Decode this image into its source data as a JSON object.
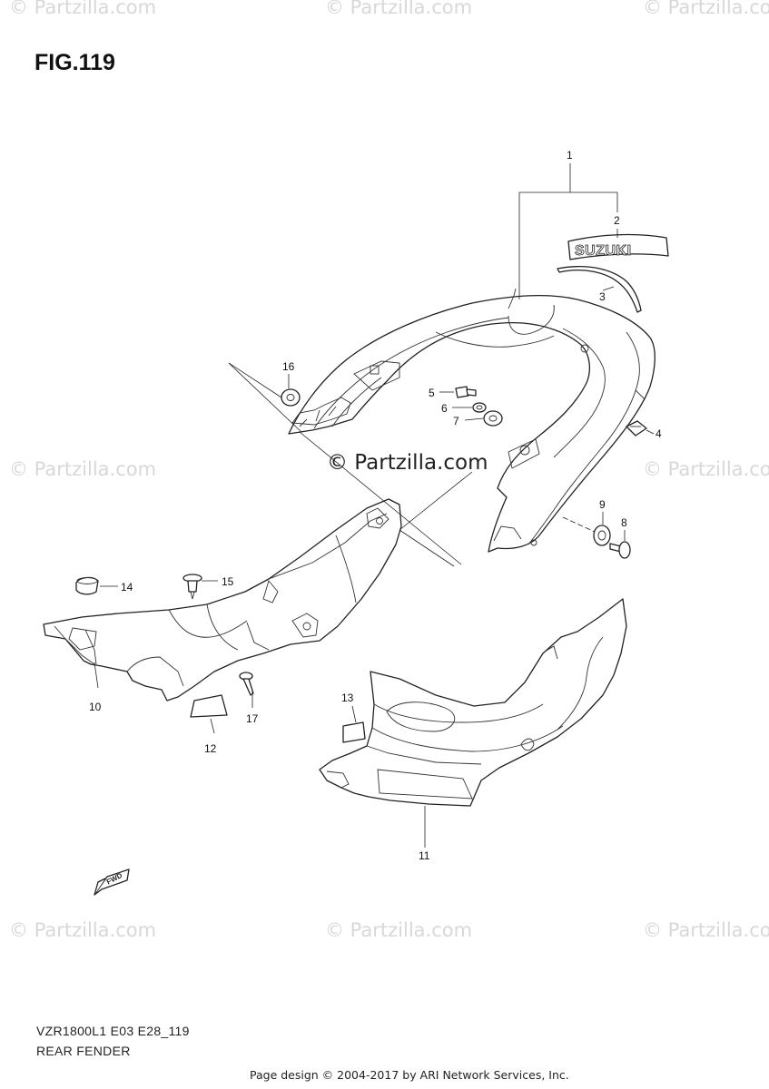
{
  "figure": {
    "title": "FIG.119",
    "model_code": "VZR1800L1 E03 E28_119",
    "name": "REAR FENDER"
  },
  "footer": {
    "copyright": "Page design © 2004-2017 by ARI Network Services, Inc."
  },
  "watermarks": {
    "text": "© Partzilla.com",
    "center_text": "© Partzilla.com"
  },
  "badge": {
    "logo_text": "SUZUKI",
    "fwd_text": "FWD"
  },
  "callouts": {
    "n1": "1",
    "n2": "2",
    "n3": "3",
    "n4": "4",
    "n5": "5",
    "n6": "6",
    "n7": "7",
    "n8": "8",
    "n9": "9",
    "n10": "10",
    "n11": "11",
    "n12": "12",
    "n13": "13",
    "n14": "14",
    "n15": "15",
    "n16": "16",
    "n17": "17"
  },
  "colors": {
    "line": "#222222",
    "watermark": "#d8d8d8",
    "background": "#ffffff"
  }
}
